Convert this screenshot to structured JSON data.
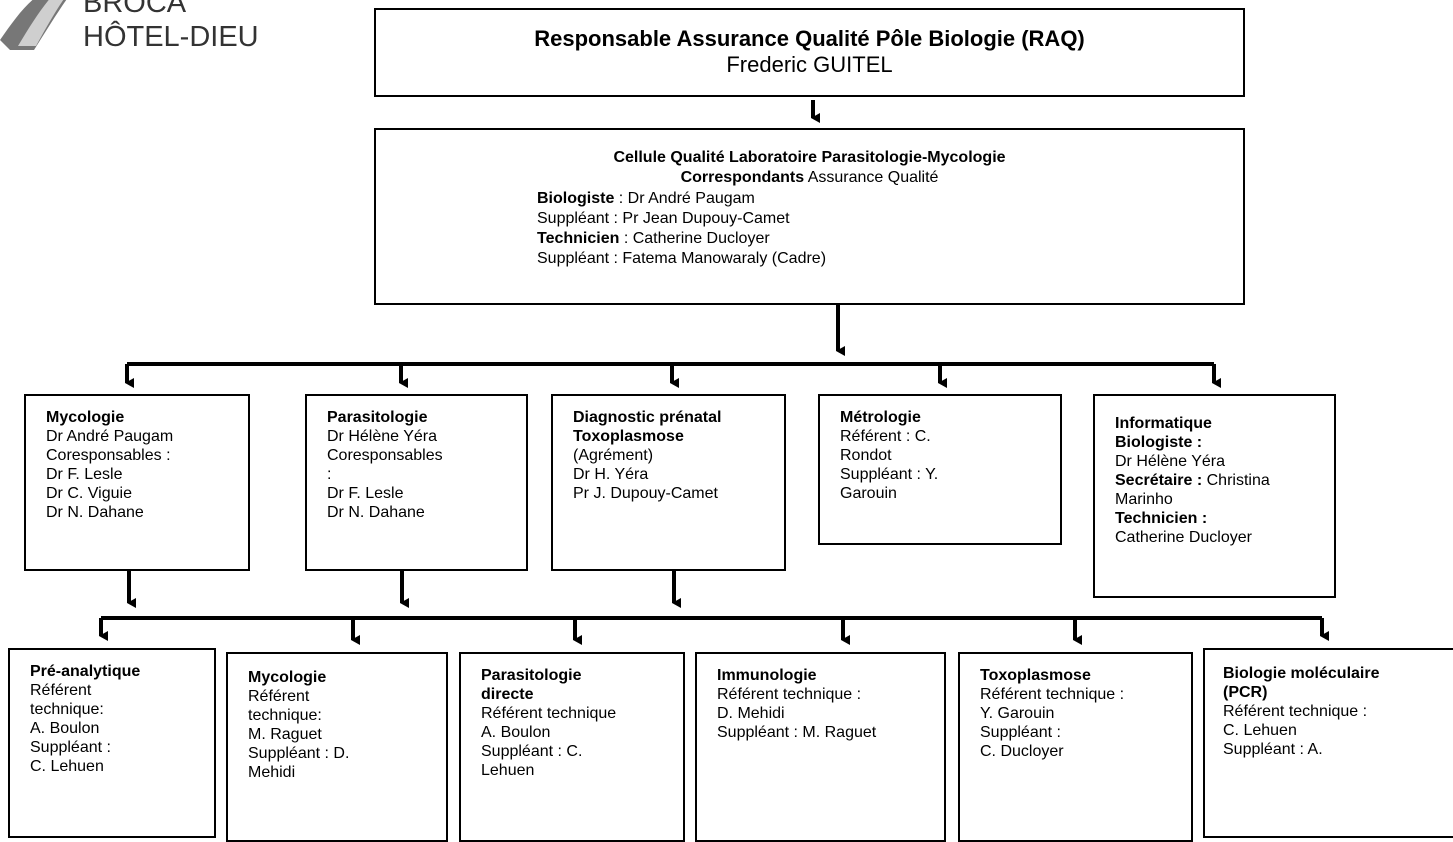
{
  "logo": {
    "line1": "BROCA",
    "line2": "HÔTEL-DIEU"
  },
  "raq": {
    "title": "Responsable Assurance Qualité Pôle Biologie (RAQ)",
    "name": "Frederic GUITEL"
  },
  "cellule": {
    "title": "Cellule Qualité Laboratoire Parasitologie-Mycologie",
    "correspondants_bold": "Correspondants",
    "correspondants_rest": " Assurance Qualité",
    "biologiste_label": "Biologiste",
    "biologiste_value": " : Dr André Paugam",
    "suppleant1": "Suppléant : Pr Jean Dupouy-Camet",
    "technicien_label": "Technicien",
    "technicien_value": " : Catherine Ducloyer",
    "suppleant2": "Suppléant : Fatema Manowaraly (Cadre)"
  },
  "level2": {
    "mycologie": {
      "title": "Mycologie",
      "body": "Dr André Paugam\nCoresponsables :\nDr F. Lesle\nDr C. Viguie\nDr N. Dahane"
    },
    "parasitologie": {
      "title": "Parasitologie",
      "body": "Dr Hélène Yéra\nCoresponsables\n:\nDr F. Lesle\nDr N. Dahane"
    },
    "diagnostic": {
      "title": "Diagnostic prénatal\nToxoplasmose",
      "body": "(Agrément)\nDr H. Yéra\nPr J. Dupouy-Camet"
    },
    "metrologie": {
      "title": "Métrologie",
      "body": "Référent : C.\nRondot\nSuppléant : Y.\nGarouin"
    },
    "informatique": {
      "title": "Informatique",
      "biologiste_label": "Biologiste :",
      "biologiste_value": "Dr Hélène Yéra",
      "secretaire_label": "Secrétaire :",
      "secretaire_value": " Christina\nMarinho",
      "technicien_label": "Technicien :",
      "technicien_value": "Catherine Ducloyer"
    }
  },
  "level3": {
    "preanalytique": {
      "title": "Pré-analytique",
      "body": "Référent\ntechnique:\nA. Boulon\nSuppléant :\nC. Lehuen"
    },
    "mycologie": {
      "title": "Mycologie",
      "body": "Référent\ntechnique:\nM. Raguet\nSuppléant : D.\nMehidi"
    },
    "parasitologie_directe": {
      "title": "Parasitologie\ndirecte",
      "body": "Référent technique\nA. Boulon\nSuppléant : C.\nLehuen"
    },
    "immunologie": {
      "title": "Immunologie",
      "body": "Référent technique :\nD. Mehidi\nSuppléant : M. Raguet"
    },
    "toxoplasmose": {
      "title": "Toxoplasmose",
      "body": "Référent technique :\nY. Garouin\nSuppléant :\nC. Ducloyer"
    },
    "biologie_moleculaire": {
      "title": "Biologie moléculaire\n(PCR)",
      "body": "Référent technique :\nC. Lehuen\nSuppléant : A."
    }
  }
}
